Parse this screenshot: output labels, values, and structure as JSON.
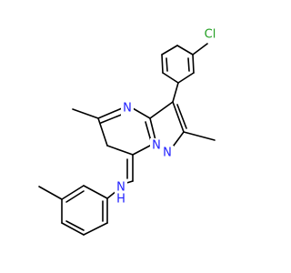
{
  "molecule": {
    "atoms": [
      {
        "id": "cl",
        "label": "Cl",
        "color": "#1f9e1f"
      },
      {
        "id": "n_ring_top",
        "label": "N",
        "color": "#2020ff"
      },
      {
        "id": "n_bridge",
        "label": "N",
        "color": "#2020ff"
      },
      {
        "id": "n_pyrazole",
        "label": "N",
        "color": "#2020ff"
      },
      {
        "id": "n_amine",
        "label": "N",
        "color": "#2020ff"
      },
      {
        "id": "h_amine",
        "label": "H",
        "color": "#2020ff"
      }
    ],
    "bond_color": "#000000"
  }
}
